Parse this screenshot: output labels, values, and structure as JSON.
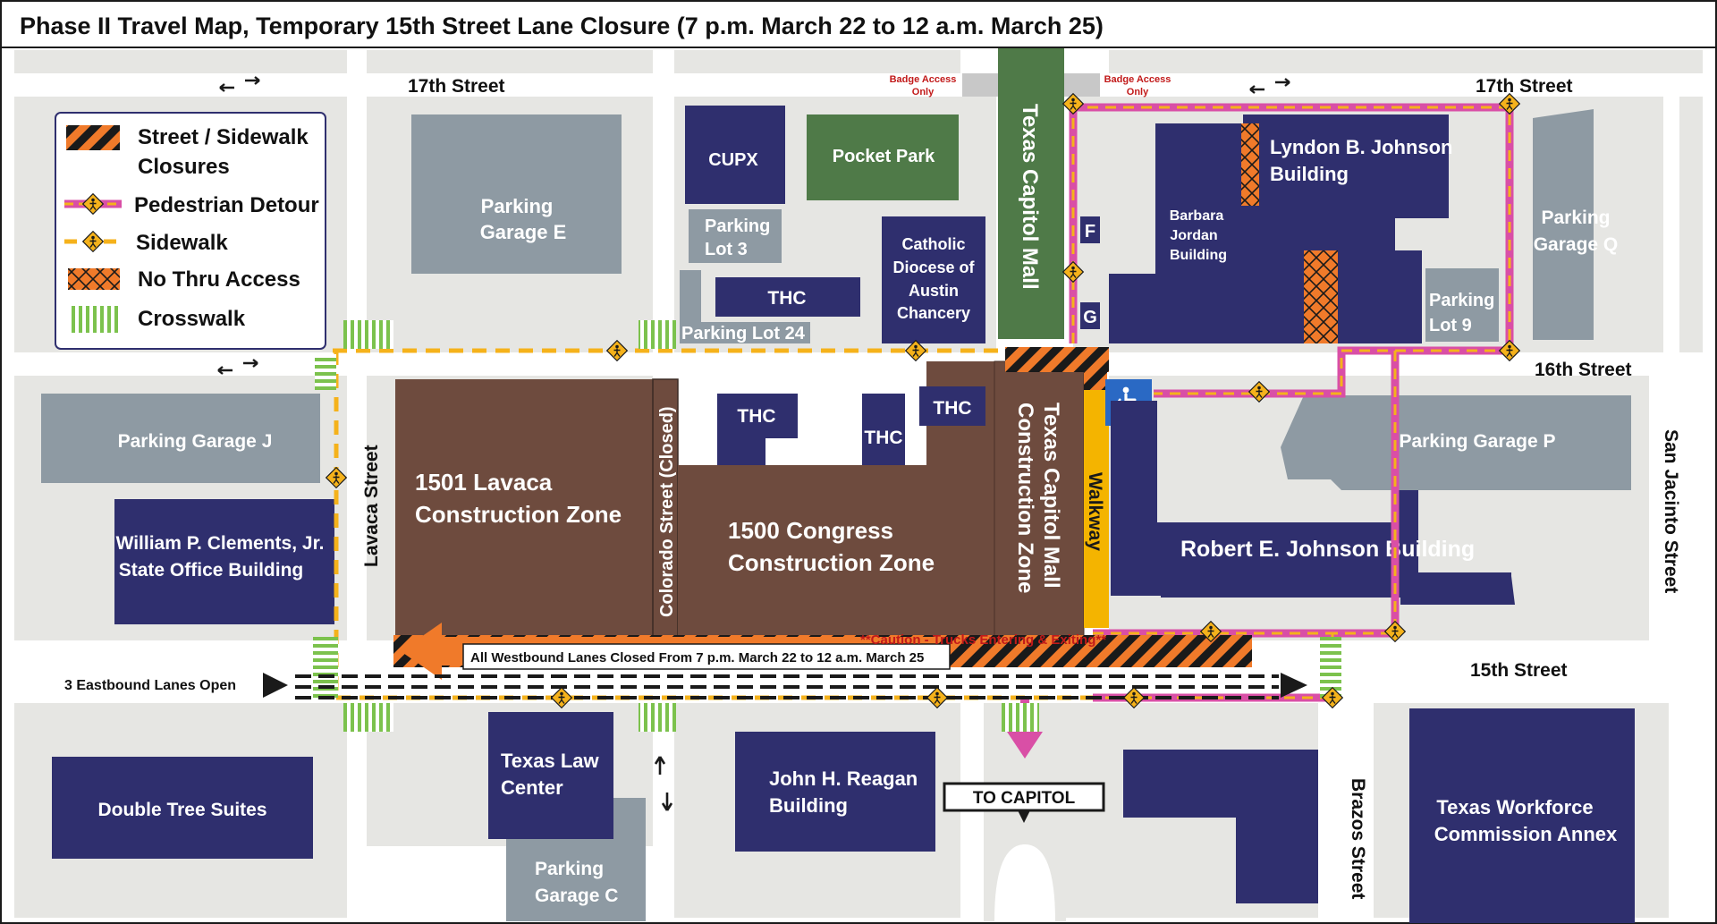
{
  "title": "Phase II Travel Map, Temporary 15th Street Lane Closure (7 p.m. March 22 to 12 a.m. March 25)",
  "colors": {
    "road": "#ffffff",
    "block": "#e6e6e3",
    "navy_building": "#2f2f6e",
    "gray_building": "#8e9aa3",
    "construction": "#6e4b3e",
    "park": "#4f7a48",
    "pedestrian_detour": "#d94fa6",
    "sidewalk": "#f5b21b",
    "closure_orange": "#f07a2a",
    "crosswalk_green": "#7cc24d",
    "walkway_yellow": "#f4b400",
    "ada_blue": "#2a69c4"
  },
  "legend": {
    "items": [
      {
        "label": "Street / Sidewalk Closures",
        "line1": "Street / Sidewalk",
        "line2": "Closures",
        "icon": "hazard-stripe-icon"
      },
      {
        "label": "Pedestrian Detour",
        "icon": "pedestrian-detour-icon"
      },
      {
        "label": "Sidewalk",
        "icon": "sidewalk-icon"
      },
      {
        "label": "No Thru Access",
        "icon": "no-thru-access-icon"
      },
      {
        "label": "Crosswalk",
        "icon": "crosswalk-icon"
      }
    ]
  },
  "streets": {
    "s17_left": "17th Street",
    "s17_right": "17th Street",
    "s16": "16th Street",
    "s15": "15th Street",
    "lavaca": "Lavaca Street",
    "colorado": "Colorado Street (Closed)",
    "san_jacinto": "San Jacinto Street",
    "brazos": "Brazos Street",
    "capitol_mall": "Texas Capitol Mall",
    "walkway": "Walkway"
  },
  "buildings": {
    "garage_e": [
      "Parking",
      "Garage E"
    ],
    "cupx": "CUPX",
    "pocket_park": "Pocket Park",
    "lot3": [
      "Parking",
      "Lot 3"
    ],
    "thc_a": "THC",
    "lot24": "Parking Lot 24",
    "chancery": [
      "Catholic",
      "Diocese of",
      "Austin",
      "Chancery"
    ],
    "garage_j": "Parking Garage J",
    "clements": [
      "William P. Clements, Jr.",
      "State Office Building"
    ],
    "lavaca_zone": [
      "1501 Lavaca",
      "Construction Zone"
    ],
    "congress_zone": [
      "1500 Congress",
      "Construction Zone"
    ],
    "thc_b": "THC",
    "thc_c": "THC",
    "thc_d": "THC",
    "mall_zone": [
      "Texas Capitol Mall",
      "Construction Zone"
    ],
    "lbj": [
      "Lyndon B. Johnson",
      "Building"
    ],
    "barbara": [
      "Barbara",
      "Jordan",
      "Building"
    ],
    "garage_q": [
      "Parking",
      "Garage Q"
    ],
    "lot9": [
      "Parking",
      "Lot 9"
    ],
    "garage_p": "Parking Garage P",
    "rej": "Robert E. Johnson Building",
    "f": "F",
    "g": "G",
    "doubletree": "Double Tree Suites",
    "tlc": [
      "Texas Law",
      "Center"
    ],
    "garage_c": [
      "Parking",
      "Garage C"
    ],
    "reagan": [
      "John H. Reagan",
      "Building"
    ],
    "twc": [
      "Texas Workforce",
      "Commission Annex"
    ]
  },
  "notes": {
    "badge_left": [
      "Badge Access",
      "Only"
    ],
    "badge_right": [
      "Badge Access",
      "Only"
    ],
    "caution": "**Caution - Trucks Entering & Exiting**",
    "westbound_closed": "All Westbound Lanes Closed  From 7 p.m. March 22 to 12 a.m. March 25",
    "eastbound_open": "3 Eastbound Lanes Open",
    "to_capitol": "TO CAPITOL"
  },
  "icons": [
    "two-way-arrow-icon",
    "pedestrian-icon",
    "accessible-icon",
    "arrow-right-icon",
    "arrow-down-icon"
  ]
}
